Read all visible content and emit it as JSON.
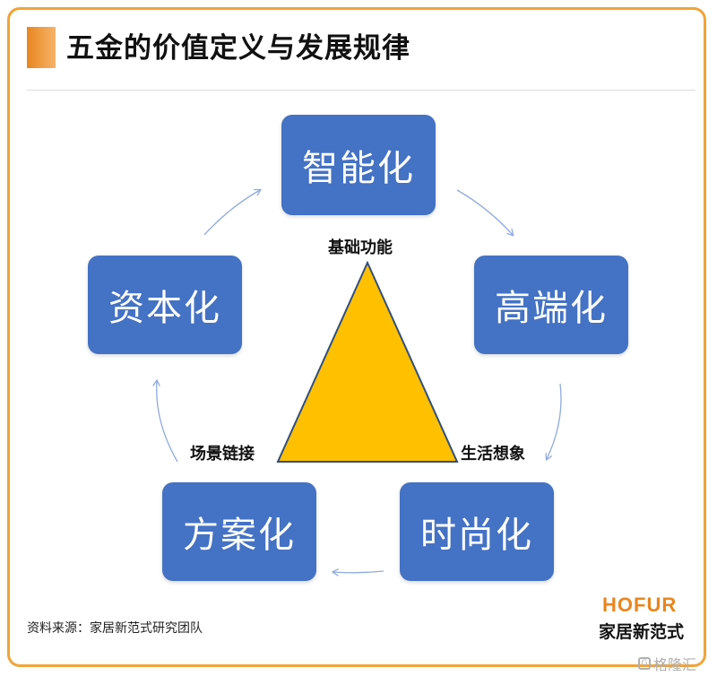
{
  "title": "五金的价值定义与发展规律",
  "nodes": {
    "top": "智能化",
    "right_upper": "高端化",
    "right_lower": "时尚化",
    "left_lower": "方案化",
    "left_upper": "资本化"
  },
  "triangle_labels": {
    "apex": "基础功能",
    "left": "场景链接",
    "right": "生活想象"
  },
  "source": "资料来源：家居新范式研究团队",
  "logo": {
    "en": "HOFUR",
    "cn": "家居新范式"
  },
  "watermark": "格隆汇",
  "colors": {
    "box": "#4472C4",
    "triangle": "#FFC000",
    "accent": "#E8861F",
    "arrow": "#8FAADC"
  }
}
